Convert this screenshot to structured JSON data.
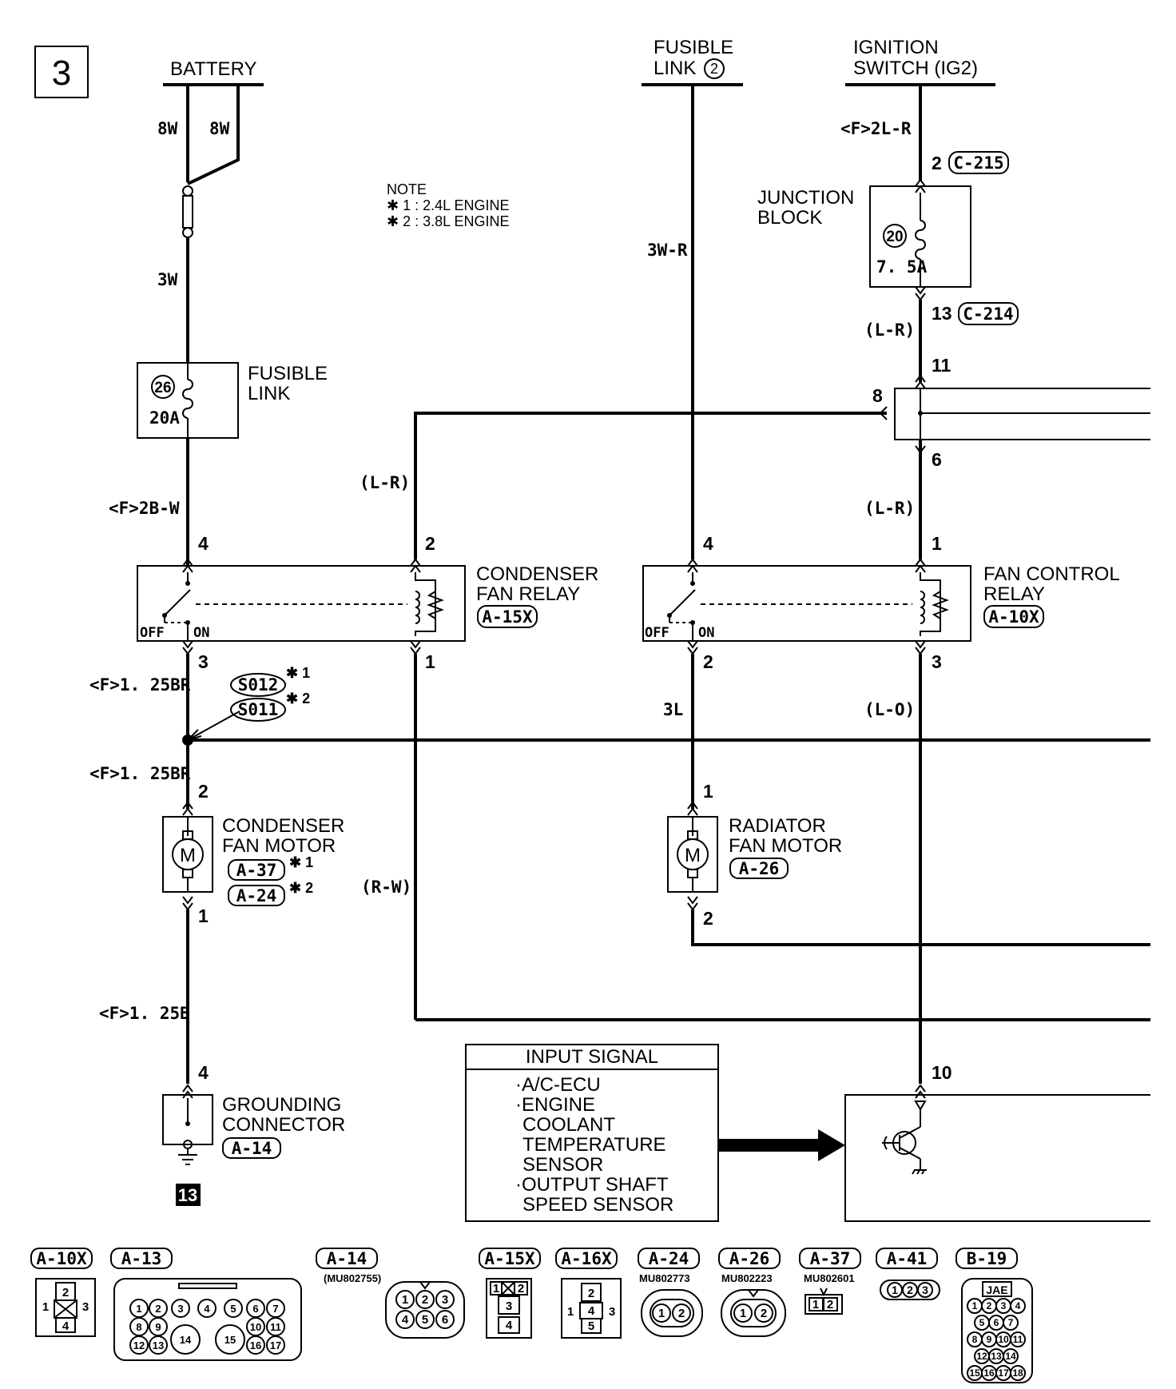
{
  "page_number": "3",
  "top_labels": {
    "battery": "BATTERY",
    "fusible_link_top_1": "FUSIBLE",
    "fusible_link_top_2": "LINK",
    "fusible_link_top_num": "2",
    "ignition_1": "IGNITION",
    "ignition_2": "SWITCH (IG2)"
  },
  "note": {
    "title": "NOTE",
    "line1": "✱ 1 : 2.4L ENGINE",
    "line2": "✱ 2 : 3.8L ENGINE"
  },
  "wires": {
    "w8w_a": "8W",
    "w8w_b": "8W",
    "w3w": "3W",
    "f2bw": "<F>2B-W",
    "w3wr": "3W-R",
    "f2lr": "<F>2L-R",
    "lr1": "(L-R)",
    "lr2": "(L-R)",
    "lr3": "(L-R)",
    "f125br_1": "<F>1. 25BR",
    "f125br_2": "<F>1. 25BR",
    "w3l": "3L",
    "lo": "(L-O)",
    "rw": "(R-W)",
    "f125b": "<F>1. 25B"
  },
  "components": {
    "fusible_link_1": "FUSIBLE",
    "fusible_link_2": "LINK",
    "fuse26_num": "26",
    "fuse26_amp": "20A",
    "junction_1": "JUNCTION",
    "junction_2": "BLOCK",
    "fuse20_num": "20",
    "fuse20_amp": "7. 5A",
    "cond_relay_1": "CONDENSER",
    "cond_relay_2": "FAN RELAY",
    "cond_relay_conn": "A-15X",
    "fan_ctrl_1": "FAN CONTROL",
    "fan_ctrl_2": "RELAY",
    "fan_ctrl_conn": "A-10X",
    "cond_motor_1": "CONDENSER",
    "cond_motor_2": "FAN MOTOR",
    "cond_motor_conn1": "A-37",
    "cond_motor_conn2": "A-24",
    "rad_motor_1": "RADIATOR",
    "rad_motor_2": "FAN MOTOR",
    "rad_motor_conn": "A-26",
    "ground_1": "GROUNDING",
    "ground_2": "CONNECTOR",
    "ground_conn": "A-14",
    "ground_num": "13",
    "splice1": "S012",
    "splice2": "S011",
    "star1": "✱ 1",
    "star2": "✱ 2",
    "off": "OFF",
    "on": "ON",
    "c215": "C-215",
    "c214": "C-214"
  },
  "pins": {
    "p4a": "4",
    "p2a": "2",
    "p3a": "3",
    "p1a": "1",
    "p4b": "4",
    "p1b": "1",
    "p2b": "2",
    "p3b": "3",
    "jb2": "2",
    "jb13": "13",
    "p11": "11",
    "p8": "8",
    "p6": "6",
    "m2": "2",
    "m1": "1",
    "r1": "1",
    "r2": "2",
    "g4": "4",
    "p10": "10"
  },
  "input_signal": {
    "title": "INPUT SIGNAL",
    "items": [
      "·A/C-ECU",
      "·ENGINE",
      "COOLANT",
      "TEMPERATURE",
      "SENSOR",
      "·OUTPUT SHAFT",
      "SPEED SENSOR"
    ]
  },
  "connectors_legend": {
    "a10x": "A-10X",
    "a13": "A-13",
    "a14": "A-14",
    "a14_part": "(MU802755)",
    "a15x": "A-15X",
    "a16x": "A-16X",
    "a24": "A-24",
    "a24_part": "MU802773",
    "a26": "A-26",
    "a26_part": "MU802223",
    "a37": "A-37",
    "a37_part": "MU802601",
    "a41": "A-41",
    "b19": "B-19",
    "jae": "JAE"
  }
}
